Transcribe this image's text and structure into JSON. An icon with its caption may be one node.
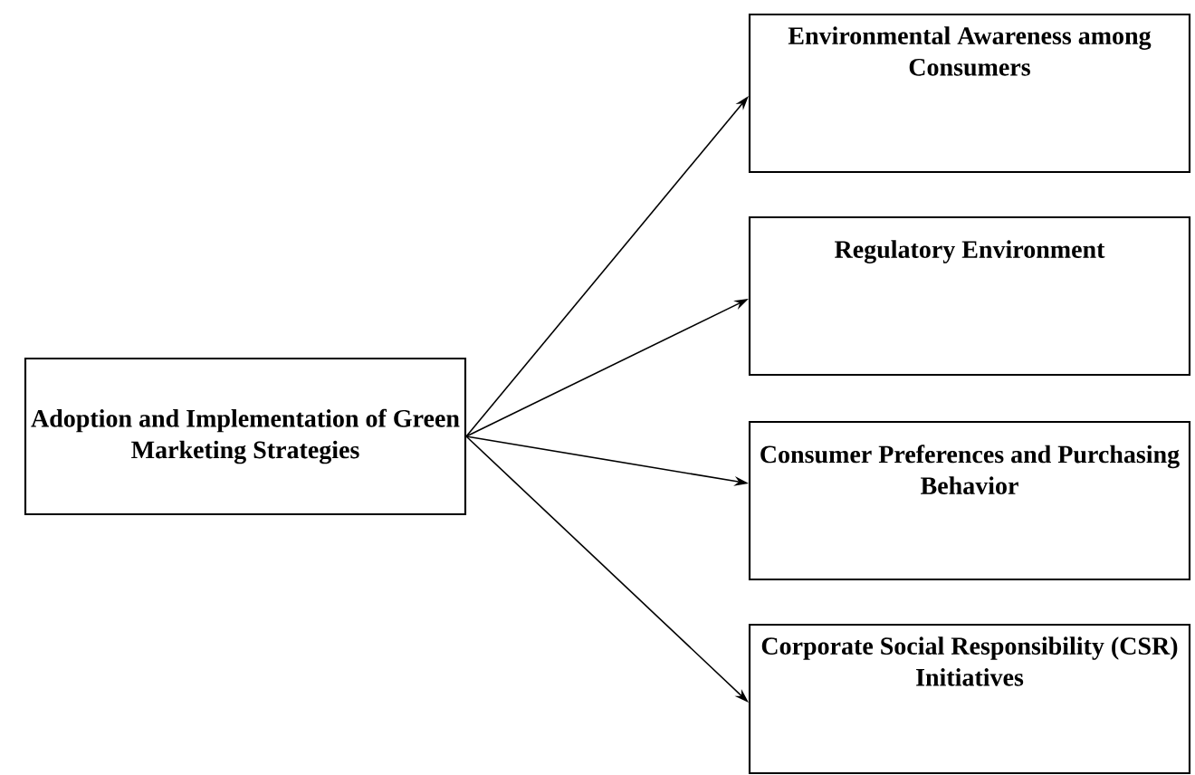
{
  "diagram": {
    "nodes": [
      {
        "text": [
          "Adoption and Implementation of Green Marketing Strategies"
        ]
      },
      {
        "text": [
          "Environmental Awareness among Consumers"
        ]
      },
      {
        "text": [
          "Regulatory Environment"
        ]
      },
      {
        "text": [
          "Consumer Preferences and Purchasing Behavior"
        ]
      },
      {
        "text": [
          "Corporate Social Responsibility (CSR) Initiatives"
        ]
      }
    ],
    "edges": [
      {
        "from": 0,
        "to": 1,
        "arrow": "to"
      },
      {
        "from": 0,
        "to": 2,
        "arrow": "to"
      },
      {
        "from": 0,
        "to": 3,
        "arrow": "to"
      },
      {
        "from": 0,
        "to": 4,
        "arrow": "to"
      }
    ]
  }
}
